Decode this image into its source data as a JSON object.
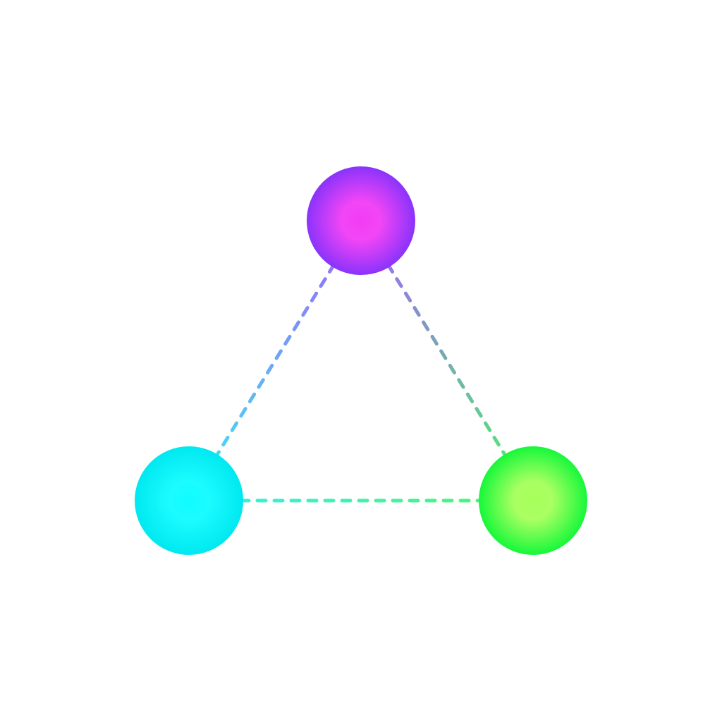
{
  "diagram": {
    "background_color": "#ffffff",
    "nodes": [
      {
        "id": "top",
        "core_color": "#f23cf5",
        "edge_color": "#8a33fb"
      },
      {
        "id": "left",
        "core_color": "#0ffcff",
        "edge_color": "#00e8f0"
      },
      {
        "id": "right",
        "core_color": "#a6ff5a",
        "edge_color": "#16f83a"
      }
    ],
    "edges": [
      {
        "from": "top",
        "to": "left",
        "style": "dashed"
      },
      {
        "from": "top",
        "to": "right",
        "style": "dashed"
      },
      {
        "from": "left",
        "to": "right",
        "style": "dashed"
      }
    ]
  }
}
